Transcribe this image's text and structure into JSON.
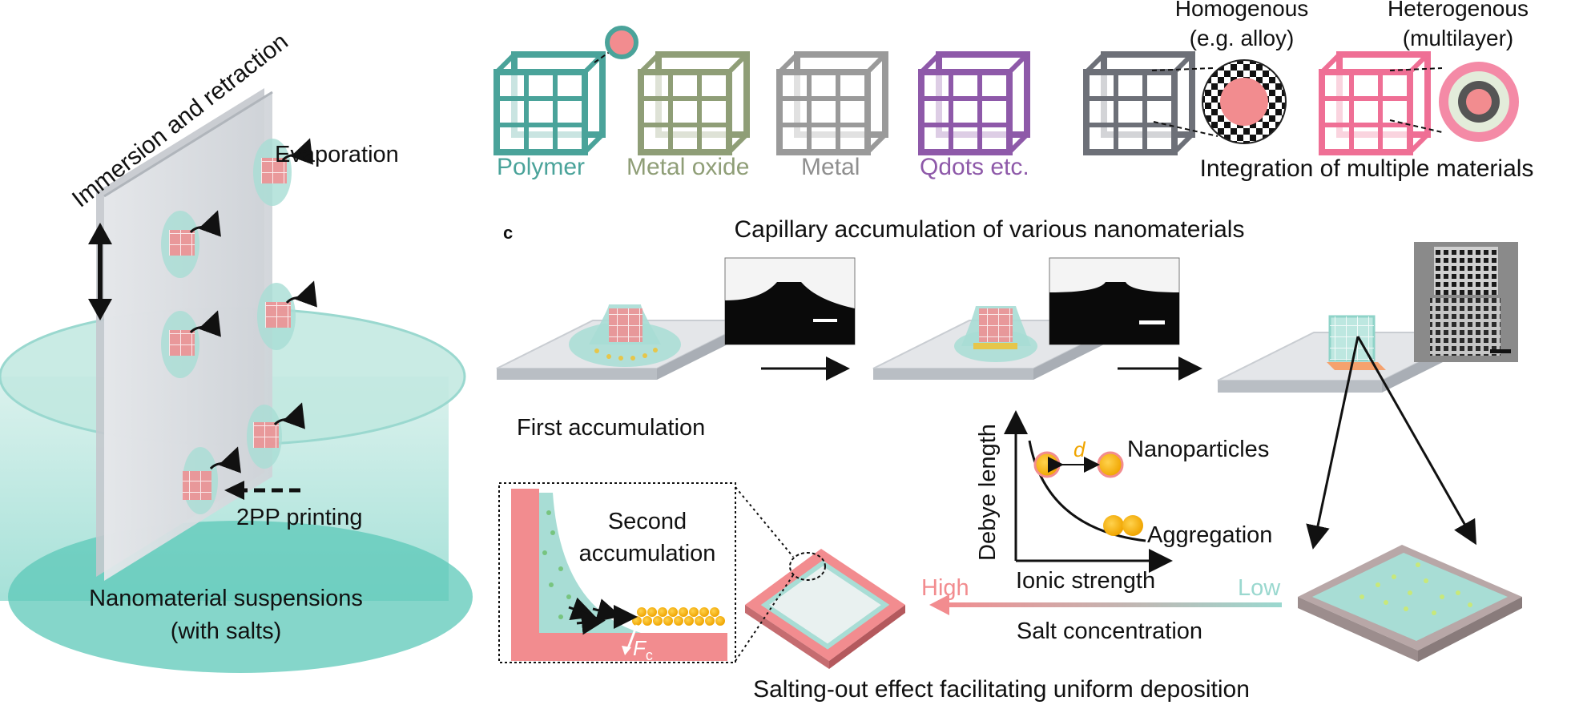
{
  "left_panel": {
    "immersion_label": "Immersion and retraction",
    "evaporation_label": "Evaporation",
    "printing_label": "2PP printing",
    "suspension_line1": "Nanomaterial suspensions",
    "suspension_line2": "(with salts)"
  },
  "materials": {
    "polymer": "Polymer",
    "metal_oxide": "Metal oxide",
    "metal": "Metal",
    "qdots": "Qdots etc.",
    "homogenous_line1": "Homogenous",
    "homogenous_line2": "(e.g. alloy)",
    "heterogenous_line1": "Heterogenous",
    "heterogenous_line2": "(multilayer)",
    "integration_label": "Integration of multiple materials",
    "colors": {
      "polymer": "#4aa39a",
      "metal_oxide": "#8f9e77",
      "metal": "#9a9a9a",
      "qdots": "#8e59a9",
      "homogenous": "#6d7078",
      "heterogenous": "#ef6f95"
    }
  },
  "panel_c": {
    "label": "c",
    "title": "Capillary accumulation of various nanomaterials",
    "first_accumulation": "First accumulation",
    "second_accumulation_line1": "Second",
    "second_accumulation_line2": "accumulation",
    "force_label": "F",
    "force_subscript": "c",
    "debye_axis": "Debye length",
    "ionic_axis": "Ionic strength",
    "nanoparticles_label": "Nanoparticles",
    "distance_label": "d",
    "aggregation_label": "Aggregation",
    "high_label": "High",
    "low_label": "Low",
    "salt_label": "Salt concentration",
    "salting_out_label": "Salting-out effect facilitating uniform deposition"
  }
}
